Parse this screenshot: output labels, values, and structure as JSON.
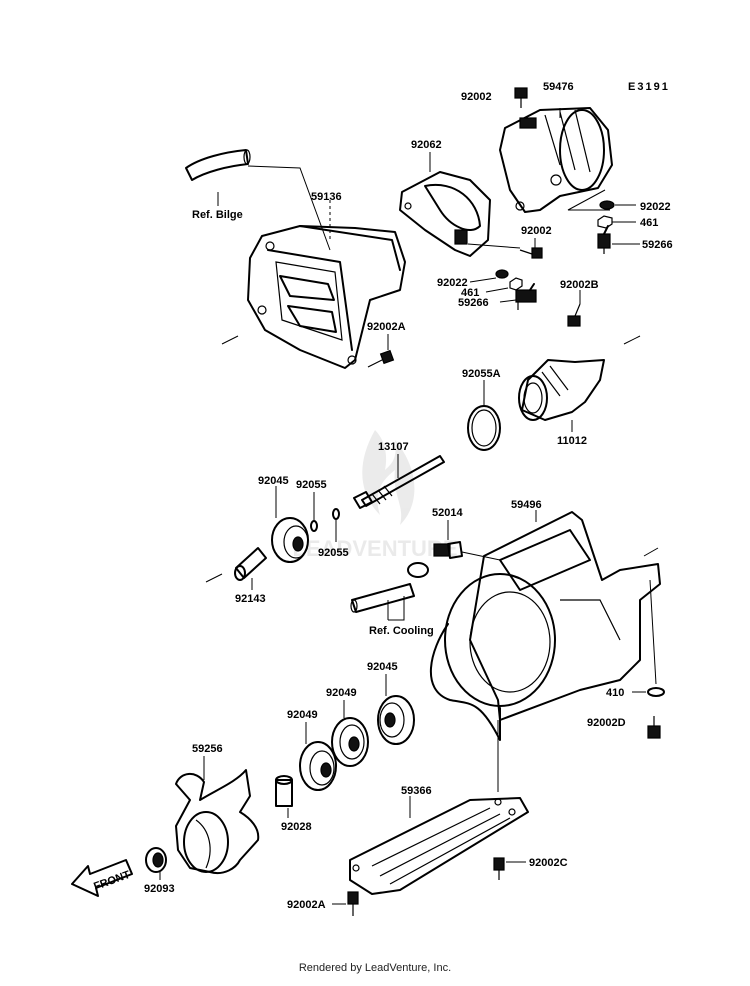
{
  "diagram": {
    "code": "E3191",
    "watermark": "LEADVENTURE",
    "front_label": "FRONT",
    "footer": "Rendered by LeadVenture, Inc.",
    "labels": [
      {
        "id": "92002-top",
        "text": "92002"
      },
      {
        "id": "59476",
        "text": "59476"
      },
      {
        "id": "92062",
        "text": "92062"
      },
      {
        "id": "ref-bilge",
        "text": "Ref. Bilge"
      },
      {
        "id": "59136",
        "text": "59136"
      },
      {
        "id": "92022-right",
        "text": "92022"
      },
      {
        "id": "461-right",
        "text": "461"
      },
      {
        "id": "92002-mid",
        "text": "92002"
      },
      {
        "id": "59266-right",
        "text": "59266"
      },
      {
        "id": "92022-mid",
        "text": "92022"
      },
      {
        "id": "461-mid",
        "text": "461"
      },
      {
        "id": "59266-mid",
        "text": "59266"
      },
      {
        "id": "92002b",
        "text": "92002B"
      },
      {
        "id": "92002a-left",
        "text": "92002A"
      },
      {
        "id": "92055a",
        "text": "92055A"
      },
      {
        "id": "11012",
        "text": "11012"
      },
      {
        "id": "13107",
        "text": "13107"
      },
      {
        "id": "92045-top",
        "text": "92045"
      },
      {
        "id": "92055-top",
        "text": "92055"
      },
      {
        "id": "92055-bot",
        "text": "92055"
      },
      {
        "id": "52014",
        "text": "52014"
      },
      {
        "id": "59496",
        "text": "59496"
      },
      {
        "id": "92143",
        "text": "92143"
      },
      {
        "id": "ref-cooling",
        "text": "Ref. Cooling"
      },
      {
        "id": "92045-bot",
        "text": "92045"
      },
      {
        "id": "92049-a",
        "text": "92049"
      },
      {
        "id": "92049-b",
        "text": "92049"
      },
      {
        "id": "410",
        "text": "410"
      },
      {
        "id": "92002d",
        "text": "92002D"
      },
      {
        "id": "59256",
        "text": "59256"
      },
      {
        "id": "92028",
        "text": "92028"
      },
      {
        "id": "59366",
        "text": "59366"
      },
      {
        "id": "92002c",
        "text": "92002C"
      },
      {
        "id": "92093",
        "text": "92093"
      },
      {
        "id": "92002a-bot",
        "text": "92002A"
      }
    ]
  }
}
